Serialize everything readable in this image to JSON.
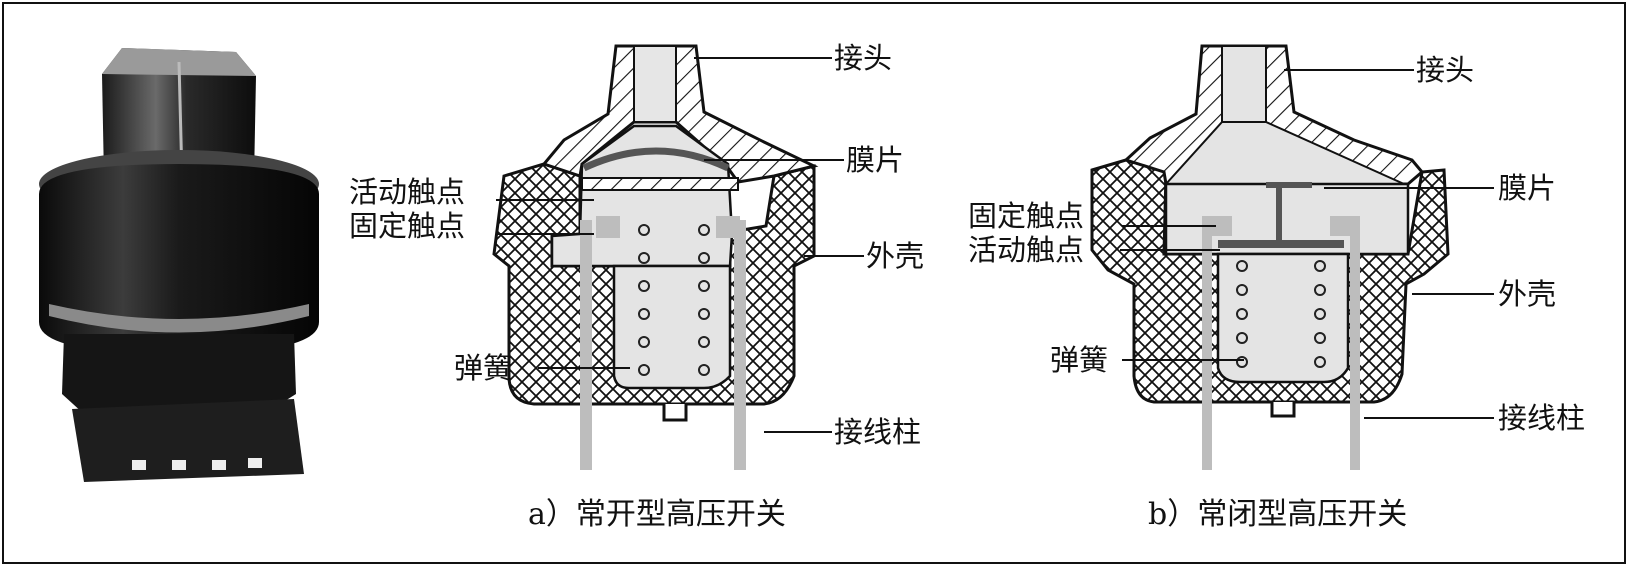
{
  "photo": {
    "pins": 4
  },
  "diagram_a": {
    "caption": "a）常开型高压开关",
    "labels": {
      "connector": "接头",
      "diaphragm": "膜片",
      "moving_contact": "活动触点",
      "fixed_contact": "固定触点",
      "housing": "外壳",
      "spring": "弹簧",
      "terminal": "接线柱"
    }
  },
  "diagram_b": {
    "caption": "b）常闭型高压开关",
    "labels": {
      "connector": "接头",
      "diaphragm": "膜片",
      "fixed_contact": "固定触点",
      "moving_contact": "活动触点",
      "housing": "外壳",
      "spring": "弹簧",
      "terminal": "接线柱"
    }
  }
}
